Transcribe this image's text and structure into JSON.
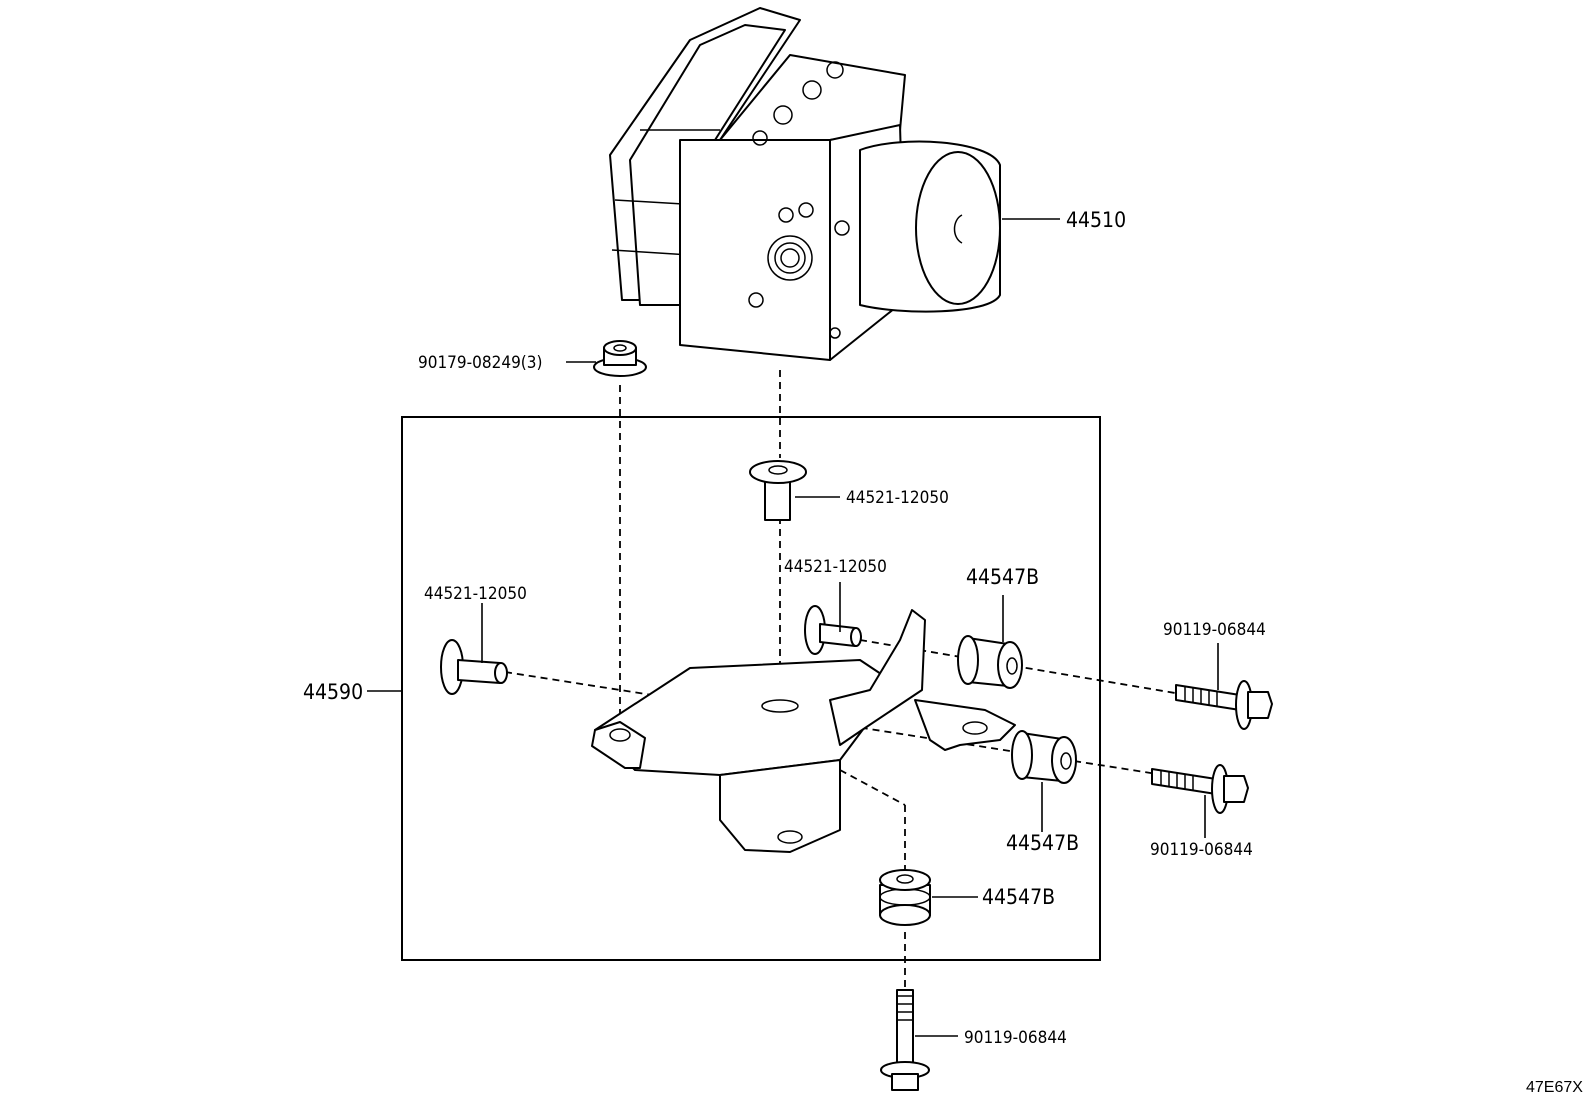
{
  "labels": {
    "pump_assembly": "44510",
    "nut": "90179-08249(3)",
    "collar_top": "44521-12050",
    "collar_mid": "44521-12050",
    "collar_left": "44521-12050",
    "bushing_upper": "44547B",
    "bushing_lower": "44547B",
    "bushing_bottom": "44547B",
    "bracket_assembly": "44590",
    "bolt_upper": "90119-06844",
    "bolt_lower": "90119-06844",
    "bolt_bottom": "90119-06844"
  },
  "reference_code": "47E67X"
}
